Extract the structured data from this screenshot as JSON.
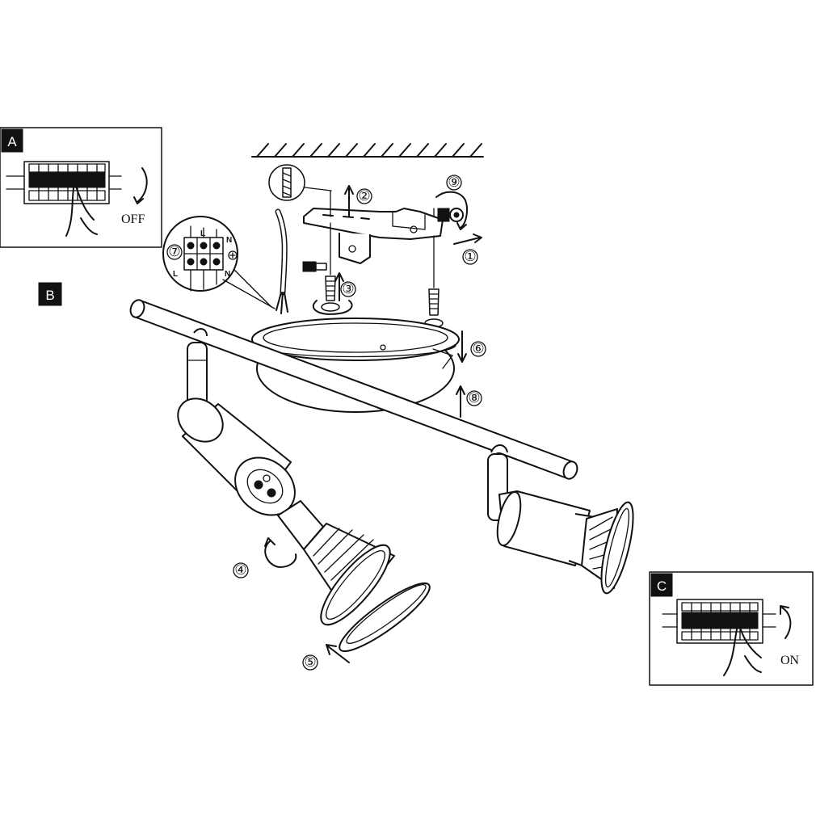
{
  "panels": {
    "a": {
      "label": "A",
      "caption": "OFF"
    },
    "b": {
      "label": "B"
    },
    "c": {
      "label": "C",
      "caption": "ON"
    }
  },
  "steps": [
    "①",
    "②",
    "③",
    "④",
    "⑤",
    "⑥",
    "⑦",
    "⑧",
    "⑨"
  ],
  "terminals": {
    "top_l": "L",
    "top_n": "N",
    "bottom_l": "L",
    "bottom_n": "N"
  }
}
